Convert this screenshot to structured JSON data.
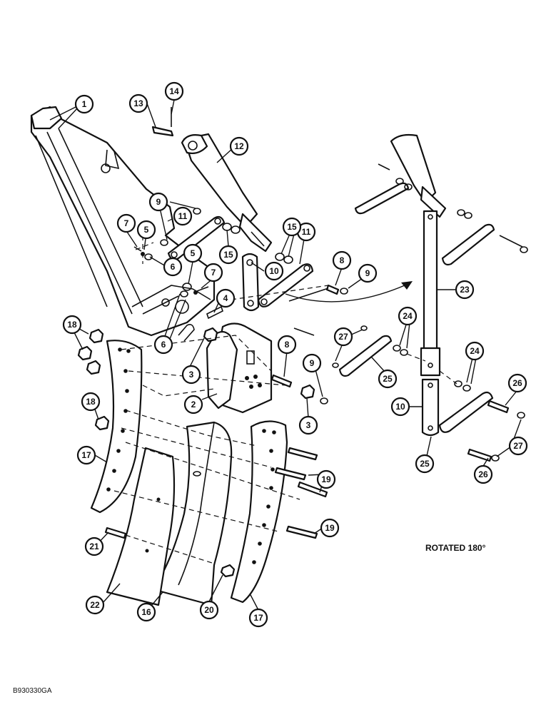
{
  "diagram": {
    "rotated_note": "ROTATED 180°",
    "drawing_code": "B930330GA",
    "callouts": [
      {
        "id": "c1",
        "label": "1"
      },
      {
        "id": "c2",
        "label": "2"
      },
      {
        "id": "c3a",
        "label": "3"
      },
      {
        "id": "c3b",
        "label": "3"
      },
      {
        "id": "c4",
        "label": "4"
      },
      {
        "id": "c5a",
        "label": "5"
      },
      {
        "id": "c5b",
        "label": "5"
      },
      {
        "id": "c6a",
        "label": "6"
      },
      {
        "id": "c6b",
        "label": "6"
      },
      {
        "id": "c7a",
        "label": "7"
      },
      {
        "id": "c7b",
        "label": "7"
      },
      {
        "id": "c8a",
        "label": "8"
      },
      {
        "id": "c8b",
        "label": "8"
      },
      {
        "id": "c9a",
        "label": "9"
      },
      {
        "id": "c9b",
        "label": "9"
      },
      {
        "id": "c9c",
        "label": "9"
      },
      {
        "id": "c10a",
        "label": "10"
      },
      {
        "id": "c10b",
        "label": "10"
      },
      {
        "id": "c11a",
        "label": "11"
      },
      {
        "id": "c11b",
        "label": "11"
      },
      {
        "id": "c12",
        "label": "12"
      },
      {
        "id": "c13",
        "label": "13"
      },
      {
        "id": "c14",
        "label": "14"
      },
      {
        "id": "c15a",
        "label": "15"
      },
      {
        "id": "c15b",
        "label": "15"
      },
      {
        "id": "c16",
        "label": "16"
      },
      {
        "id": "c17a",
        "label": "17"
      },
      {
        "id": "c17b",
        "label": "17"
      },
      {
        "id": "c18a",
        "label": "18"
      },
      {
        "id": "c18b",
        "label": "18"
      },
      {
        "id": "c19a",
        "label": "19"
      },
      {
        "id": "c19b",
        "label": "19"
      },
      {
        "id": "c20",
        "label": "20"
      },
      {
        "id": "c21",
        "label": "21"
      },
      {
        "id": "c22",
        "label": "22"
      },
      {
        "id": "c23",
        "label": "23"
      },
      {
        "id": "c24a",
        "label": "24"
      },
      {
        "id": "c24b",
        "label": "24"
      },
      {
        "id": "c25a",
        "label": "25"
      },
      {
        "id": "c25b",
        "label": "25"
      },
      {
        "id": "c26a",
        "label": "26"
      },
      {
        "id": "c26b",
        "label": "26"
      },
      {
        "id": "c27a",
        "label": "27"
      },
      {
        "id": "c27b",
        "label": "27"
      }
    ]
  }
}
